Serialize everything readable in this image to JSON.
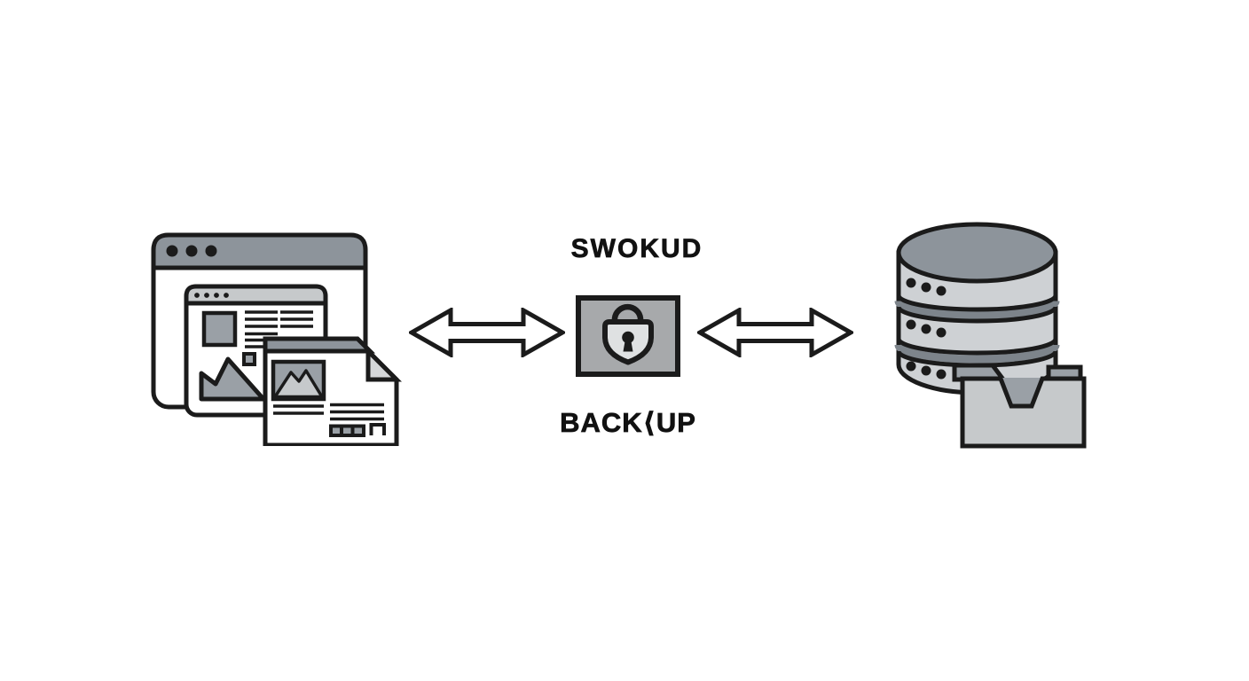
{
  "page": {
    "background": "#ffffff",
    "description": "Flat illustration: website windows synced through a secure lock to a database/folder backup"
  },
  "labels": {
    "top": "SWOKUD",
    "bottom": "BACK⟨UP"
  },
  "colors": {
    "outline": "#1b1b1b",
    "dark_gray": "#8d949b",
    "mid_gray": "#9aa0a6",
    "light_gray": "#c6c9cb",
    "lighter_gray": "#d5d7d9",
    "lock_box_gray": "#a7a9ab",
    "lock_body_gray": "#dfe1e2",
    "db_body_gray": "#ced1d4",
    "db_stripe_gray": "#7d848b",
    "white": "#ffffff",
    "text": "#111111"
  },
  "nodes": [
    {
      "id": "website",
      "icon": "browser-windows-document-stack-icon"
    },
    {
      "id": "secure-lock",
      "icon": "padlock-in-box-icon"
    },
    {
      "id": "storage",
      "icon": "database-with-folder-icon"
    }
  ],
  "connections": [
    {
      "from": "website",
      "to": "secure-lock",
      "type": "double-headed-arrow"
    },
    {
      "from": "secure-lock",
      "to": "storage",
      "type": "double-headed-arrow"
    }
  ]
}
